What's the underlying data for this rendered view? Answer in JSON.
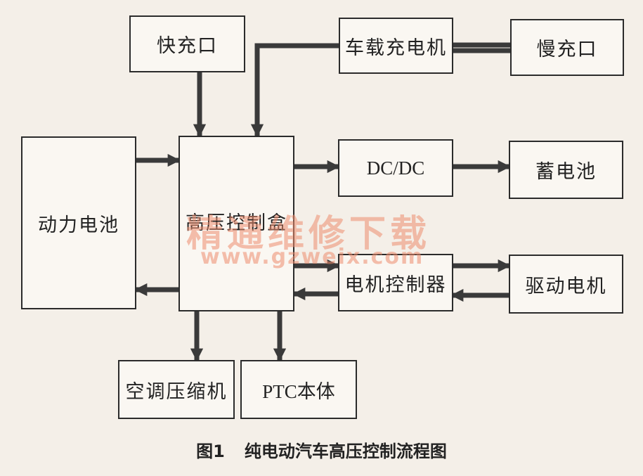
{
  "nodes": {
    "fast_charge": "快充口",
    "onboard_charger": "车载充电机",
    "slow_charge": "慢充口",
    "power_battery": "动力电池",
    "hv_controller": "高压控制盒",
    "dcdc": "DC/DC",
    "storage_battery": "蓄电池",
    "motor_controller": "电机控制器",
    "drive_motor": "驱动电机",
    "ac_compressor": "空调压缩机",
    "ptc": "PTC本体"
  },
  "caption": {
    "figure_number": "图1",
    "title": "纯电动汽车高压控制流程图"
  },
  "watermark": {
    "text": "精通维修下载",
    "url": "www.gzweix.com"
  },
  "colors": {
    "line": "#3a3a3a",
    "box_border": "#2b2b2b",
    "background": "#f4efe8",
    "watermark": "#ec8c6e"
  }
}
